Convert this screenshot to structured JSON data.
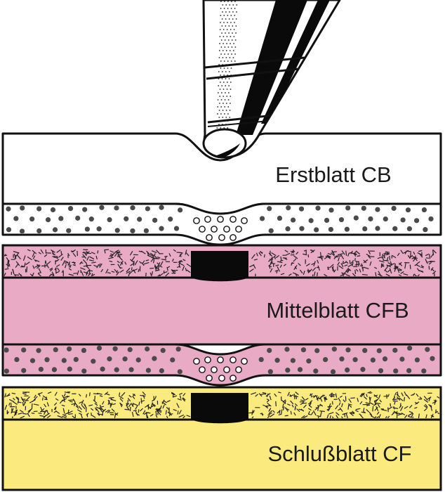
{
  "sheets": [
    {
      "id": "cb",
      "label": "Erstblatt CB",
      "paper_color": "#ffffff"
    },
    {
      "id": "cfb",
      "label": "Mittelblatt CFB",
      "paper_color": "#e8aac4"
    },
    {
      "id": "cf",
      "label": "Schlußblatt CF",
      "paper_color": "#fbeb7e"
    }
  ],
  "colors": {
    "outline": "#111111",
    "capsule_dot": "#4a4a4a",
    "ink_mark": "#0a0a0a",
    "pen_body": "#ffffff"
  },
  "icons": {
    "pen": "ballpoint-pen-icon"
  }
}
